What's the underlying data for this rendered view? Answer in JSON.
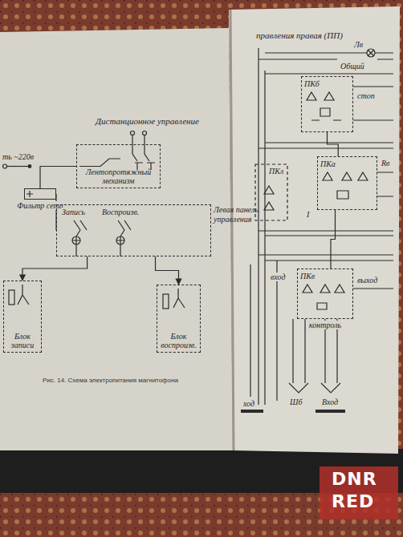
{
  "diagram": {
    "caption": "Рис. 14. Схема электропитания магнитофона",
    "nodes": [
      {
        "text": [
          "Лентопротяжный механизм"
        ]
      },
      {
        "text": [
          "Фильтр сети"
        ]
      },
      {
        "text": [
          "Левая панель управления"
        ]
      },
      {
        "text": [
          "Блок записи"
        ]
      },
      {
        "text": [
          "Блок воспроизв."
        ]
      },
      {
        "text": [
          "ПКб"
        ]
      },
      {
        "text": [
          "ПКа"
        ]
      },
      {
        "text": [
          "ПКв",
          "контроль"
        ]
      }
    ],
    "edges": [
      {
        "from": 1,
        "to": 0,
        "arrow": "none"
      },
      {
        "from": 1,
        "to": 2,
        "arrow": "none"
      },
      {
        "from": 2,
        "to": 3,
        "arrow": "to"
      },
      {
        "from": 2,
        "to": 4,
        "arrow": "to"
      },
      {
        "from": 5,
        "to": 6,
        "arrow": "none"
      },
      {
        "from": 6,
        "to": 7,
        "arrow": "none"
      }
    ],
    "labels": [
      "Дистанционное управление",
      "ть ~220в",
      "Запись",
      "Воспроизв.",
      "правления правая (ПП)",
      "Лв",
      "Общий",
      "ПКл",
      "Rв",
      "I",
      "Шб",
      "Вход",
      "ход",
      "стоп",
      "выход",
      "вход",
      "DNR",
      "RED"
    ]
  }
}
